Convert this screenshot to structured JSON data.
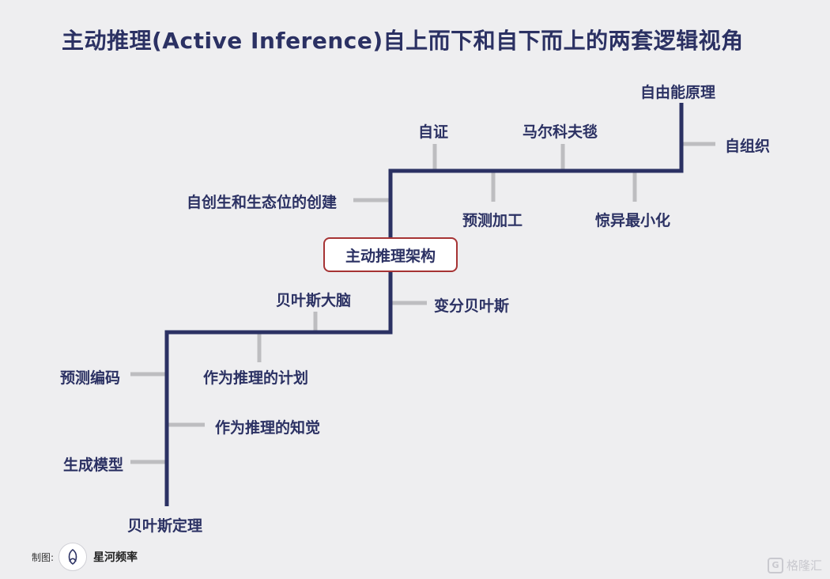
{
  "title": "主动推理(Active Inference)自上而下和自下而上的两套逻辑视角",
  "center": "主动推理架构",
  "labels": {
    "free_energy": "自由能原理",
    "self_org": "自组织",
    "self_evidencing": "自证",
    "markov_blanket": "马尔科夫毯",
    "predictive_processing": "预测加工",
    "surprise_min": "惊异最小化",
    "autopoiesis": "自创生和生态位的创建",
    "variational_bayes": "变分贝叶斯",
    "bayesian_brain": "贝叶斯大脑",
    "planning_as_inference": "作为推理的计划",
    "predictive_coding": "预测编码",
    "perception_as_inference": "作为推理的知觉",
    "generative_model": "生成模型",
    "bayes_theorem": "贝叶斯定理"
  },
  "footer": {
    "made_by": "制图:",
    "brand": "星河频率"
  },
  "watermark": "格隆汇",
  "colors": {
    "stair_line": "#2b3163",
    "tick": "#bdbdc0",
    "box_border": "#a63334",
    "background": "#eeeef0"
  }
}
